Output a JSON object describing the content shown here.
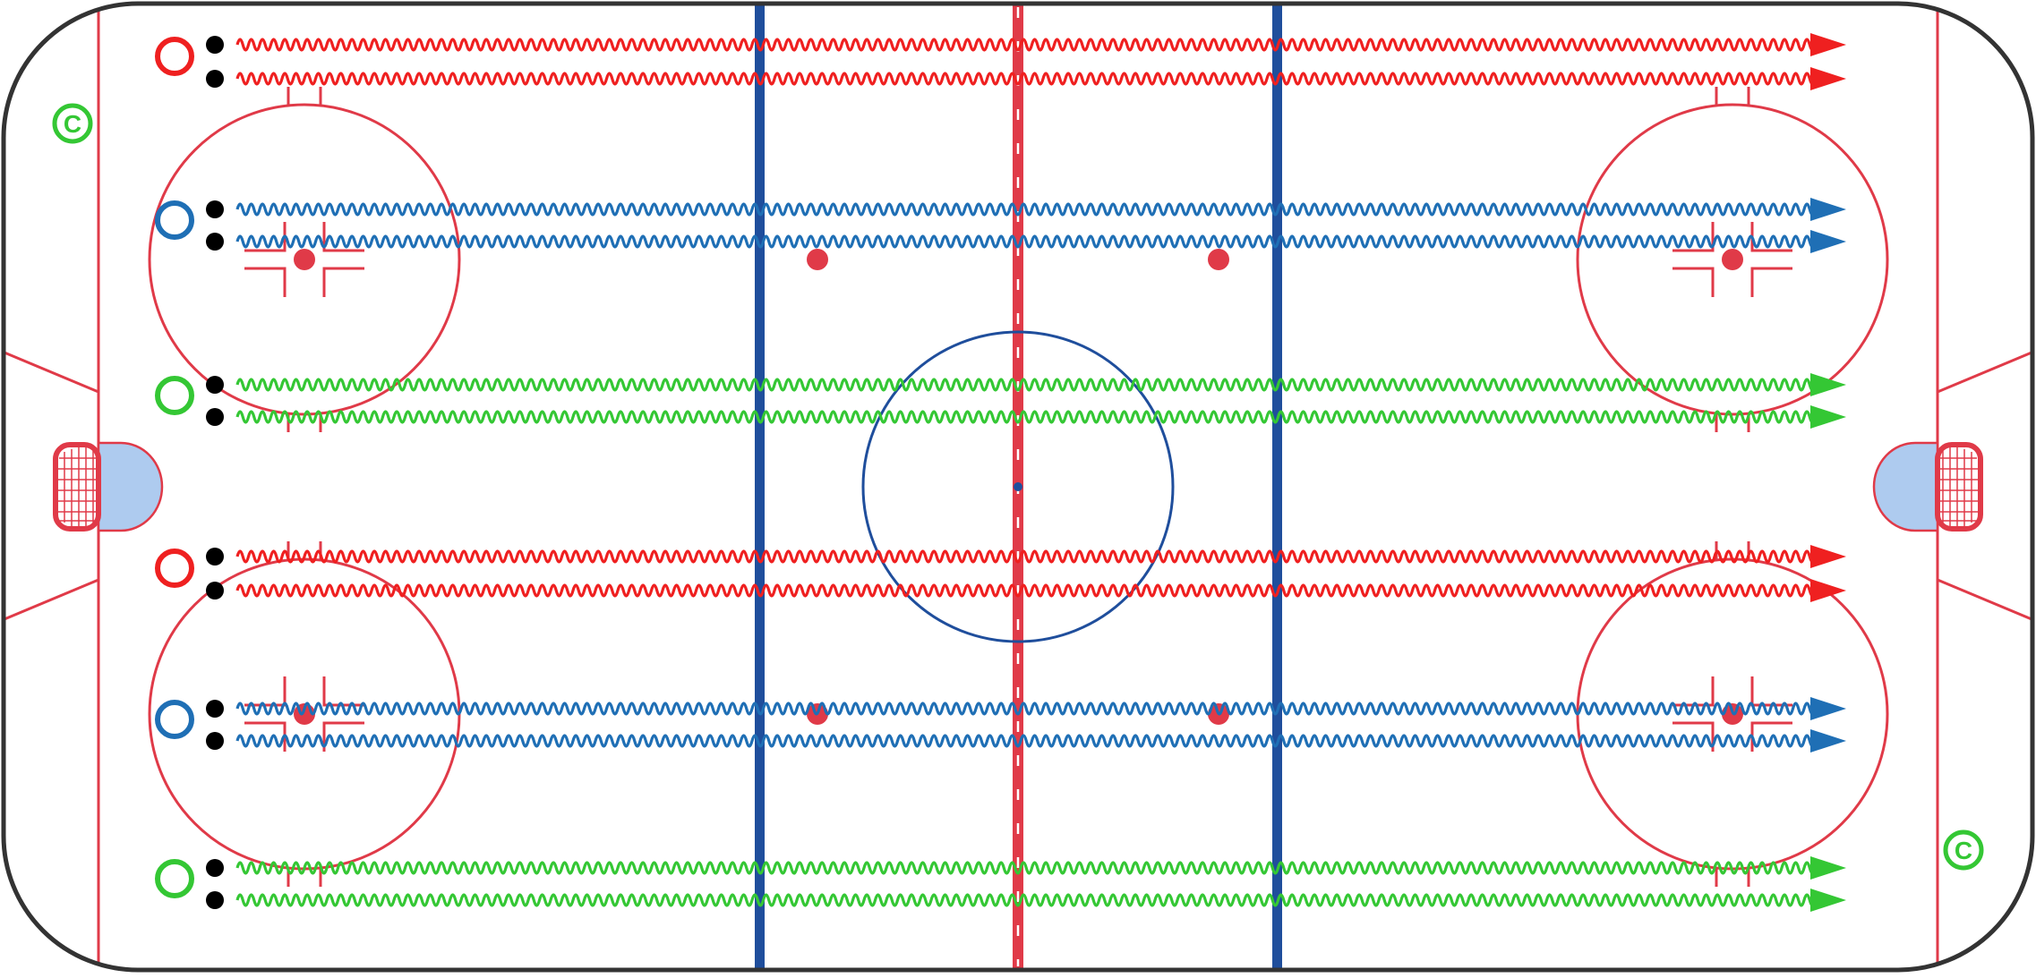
{
  "diagram": {
    "type": "hockey-drill",
    "colors": {
      "board": "#333333",
      "rink_red": "#e03a48",
      "blue_line": "#1f4e9c",
      "crease": "#aecbef",
      "red_lane": "#ef2020",
      "blue_lane": "#1f6fb5",
      "green_lane": "#34c734",
      "player_dot": "#000000",
      "coach_icon": "#34c734"
    },
    "coach_label": "C",
    "lanes": [
      {
        "color": "red",
        "rows": 2
      },
      {
        "color": "blue",
        "rows": 2
      },
      {
        "color": "green",
        "rows": 2
      },
      {
        "color": "red",
        "rows": 2
      },
      {
        "color": "blue",
        "rows": 2
      },
      {
        "color": "green",
        "rows": 2
      }
    ],
    "lane_symbol": "skate-with-puck-arrow",
    "start_marker": "open-circle",
    "player_marker": "dot",
    "coach_icon": "coach-circle-icon"
  }
}
